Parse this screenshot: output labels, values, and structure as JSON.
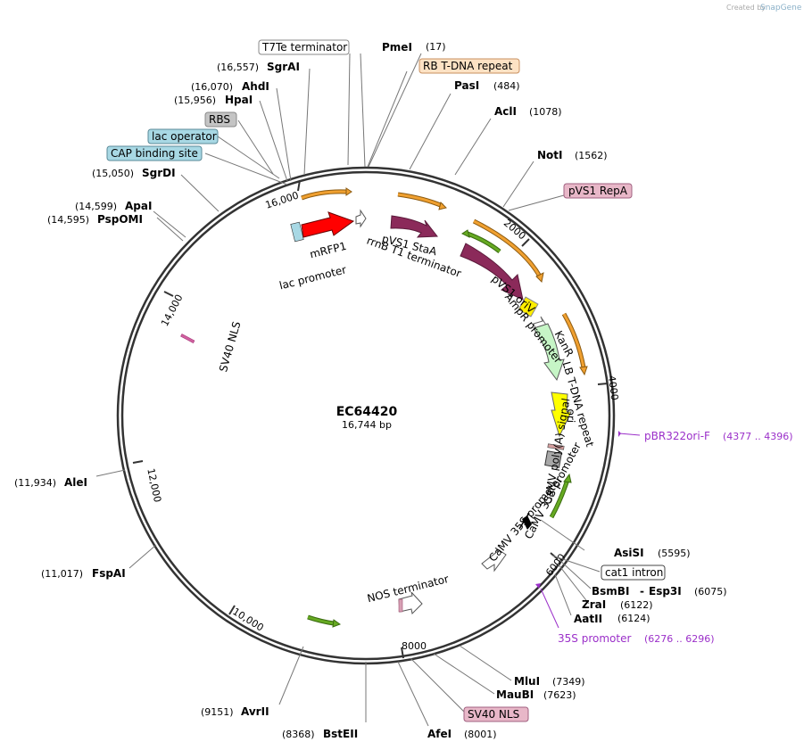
{
  "brand": {
    "created_by": "Created by",
    "name": "SnapGene"
  },
  "plasmid": {
    "name": "EC64420",
    "length": "16,744 bp"
  },
  "ticks": [
    "16,000",
    "2000",
    "4000",
    "6000",
    "8000",
    "10,000",
    "12,000",
    "14,000"
  ],
  "sites": [
    {
      "name": "PmeI",
      "pos": "(17)"
    },
    {
      "name": "PasI",
      "pos": "(484)"
    },
    {
      "name": "AclI",
      "pos": "(1078)"
    },
    {
      "name": "NotI",
      "pos": "(1562)"
    },
    {
      "name": "AsiSI",
      "pos": "(5595)"
    },
    {
      "name": "BsmBI",
      "sep": "-",
      "name2": "Esp3I",
      "pos": "(6075)"
    },
    {
      "name": "ZraI",
      "pos": "(6122)"
    },
    {
      "name": "AatII",
      "pos": "(6124)"
    },
    {
      "name": "MluI",
      "pos": "(7349)"
    },
    {
      "name": "MauBI",
      "pos": "(7623)"
    },
    {
      "name": "AfeI",
      "pos": "(8001)"
    },
    {
      "name": "BstEII",
      "pos": "(8368)"
    },
    {
      "name": "AvrII",
      "pos": "(9151)"
    },
    {
      "name": "FspAI",
      "pos": "(11,017)"
    },
    {
      "name": "AleI",
      "pos": "(11,934)"
    },
    {
      "name": "PspOMI",
      "pos": "(14,595)"
    },
    {
      "name": "ApaI",
      "pos": "(14,599)"
    },
    {
      "name": "SgrDI",
      "pos": "(15,050)"
    },
    {
      "name": "HpaI",
      "pos": "(15,956)"
    },
    {
      "name": "AhdI",
      "pos": "(16,070)"
    },
    {
      "name": "SgrAI",
      "pos": "(16,557)"
    }
  ],
  "boxed": [
    {
      "text": "T7Te terminator",
      "fill": "#ffffff"
    },
    {
      "text": "RB T-DNA repeat",
      "fill": "#fde2c4"
    },
    {
      "text": "pVS1 RepA",
      "fill": "#e8b7c8"
    },
    {
      "text": "cat1 intron",
      "fill": "#ffffff"
    },
    {
      "text": "SV40 NLS",
      "fill": "#e8b7c8"
    },
    {
      "text": "RBS",
      "fill": "#c4c4c4"
    },
    {
      "text": "lac operator",
      "fill": "#a8d8e4"
    },
    {
      "text": "CAP binding site",
      "fill": "#a8d8e4"
    }
  ],
  "primers": [
    {
      "name": "pBR322ori-F",
      "pos": "(4377 .. 4396)"
    },
    {
      "name": "35S promoter",
      "pos": "(6276 .. 6296)"
    }
  ],
  "features": {
    "mrfp1": "mRFP1",
    "lac_promoter": "lac promoter",
    "pvs1_stab": "pVS1 StaA",
    "rrnb": "rrnB T1 terminator",
    "pvs1_oriv": "pVS1 oriV",
    "ampr_promoter": "AmpR promoter",
    "kanr": "KanR",
    "lb": "LB T-DNA repeat",
    "ori": "ori",
    "camv_polya": "CaMV poly(A) signal",
    "camv35s_a": "CaMV 35S promoter",
    "camv35s_b": "CaMV 35S promoter",
    "nos": "NOS terminator",
    "sv40": "SV40 NLS"
  },
  "colors": {
    "mrfp1": "#ff0000",
    "pvs1": "#8b2a5a",
    "kanr": "#c6f5c6",
    "ori": "#ffff00",
    "orange": "#f0a030",
    "green": "#66aa22",
    "primer": "#9b30c9"
  }
}
